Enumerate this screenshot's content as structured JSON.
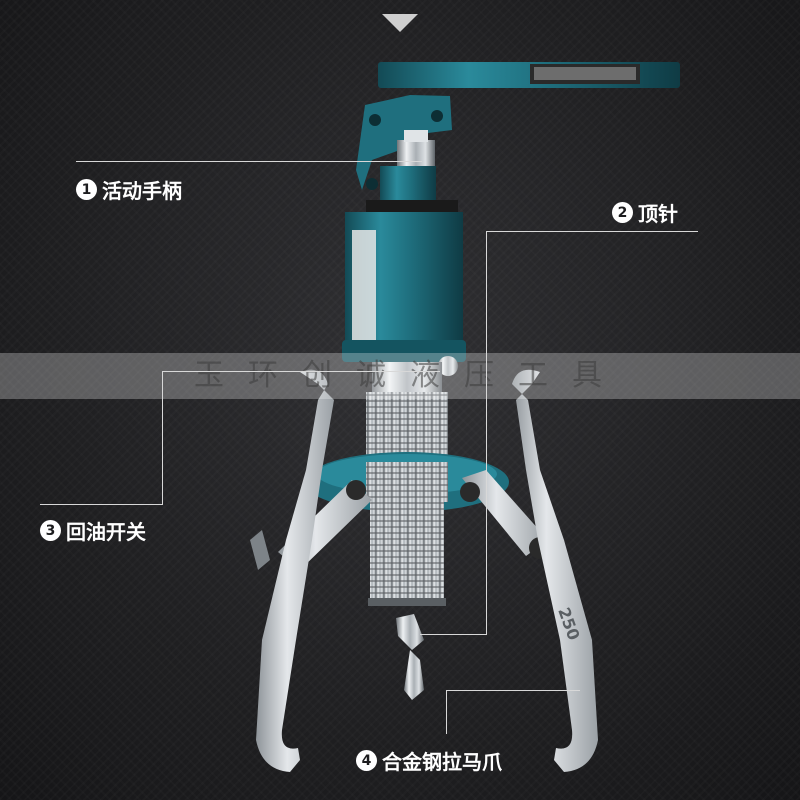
{
  "watermark": "玉环创诚液压工具",
  "callouts": [
    {
      "number": "1",
      "label": "活动手柄"
    },
    {
      "number": "2",
      "label": "顶针"
    },
    {
      "number": "3",
      "label": "回油开关"
    },
    {
      "number": "4",
      "label": "合金钢拉马爪"
    }
  ],
  "jaw_marking": "250",
  "colors": {
    "background": "#1c1c1e",
    "body_blue": "#1f6f7e",
    "chrome": "#c9cdd1",
    "leader_line": "#d8d8d8",
    "label_text": "#ffffff"
  }
}
